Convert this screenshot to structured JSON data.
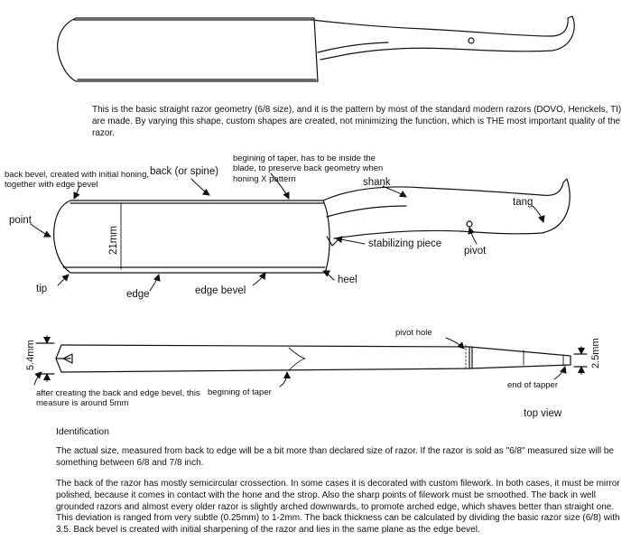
{
  "intro_text": "This is the basic straight razor geometry (6/8 size), and it is the pattern by most of the standard modern razors (DOVO, Henckels, TI) are made.  By varying this shape, custom shapes are created, not minimizing the function, which is THE most important quality of the razor.",
  "labels": {
    "back_bevel": "back bevel, created with initial honing, together with edge bevel",
    "back_spine": "back (or spine)",
    "taper_begin_note": "begining of taper, has to be inside the blade, to preserve back geometry when honing X pattern",
    "shank": "shank",
    "tang": "tang",
    "point": "point",
    "height": "21mm",
    "stabilizing_piece": "stabilizing piece",
    "pivot": "pivot",
    "tip": "tip",
    "edge": "edge",
    "edge_bevel": "edge bevel",
    "heel": "heel"
  },
  "top_view": {
    "thickness_left": "5.4mm",
    "thickness_right": "2.5mm",
    "pivot_hole": "pivot hole",
    "back_edge_note": "after creating the back and edge bevel, this measure is around 5mm",
    "begining_of_taper": "begining of taper",
    "end_of_taper": "end of tapper",
    "caption": "top view"
  },
  "identification": {
    "heading": "Identification",
    "para1": "The actual size, measured from back to edge will be a bit more than declared size of razor. If the razor is sold as \"6/8\" measured size will be something between 6/8 and 7/8 inch.",
    "para2": "The back of the razor has mostly semicircular crossection. In some cases it is decorated with custom filework. In both cases, it must be mirror polished, because it comes in contact with the hone and the strop. Also the sharp points of filework must be smoothed.  The back in well grounded razors and almost every older razor is slightly arched downwards, to promote arched edge, which shaves better than straight one. This deviation is ranged from very subtle (0.25mm) to 1-2mm.  The back thickness can be calculated by dividing the basic razor size (6/8) with 3.5. Back bevel is created with initial sharpening of the razor and lies in the same plane as the edge bevel."
  }
}
